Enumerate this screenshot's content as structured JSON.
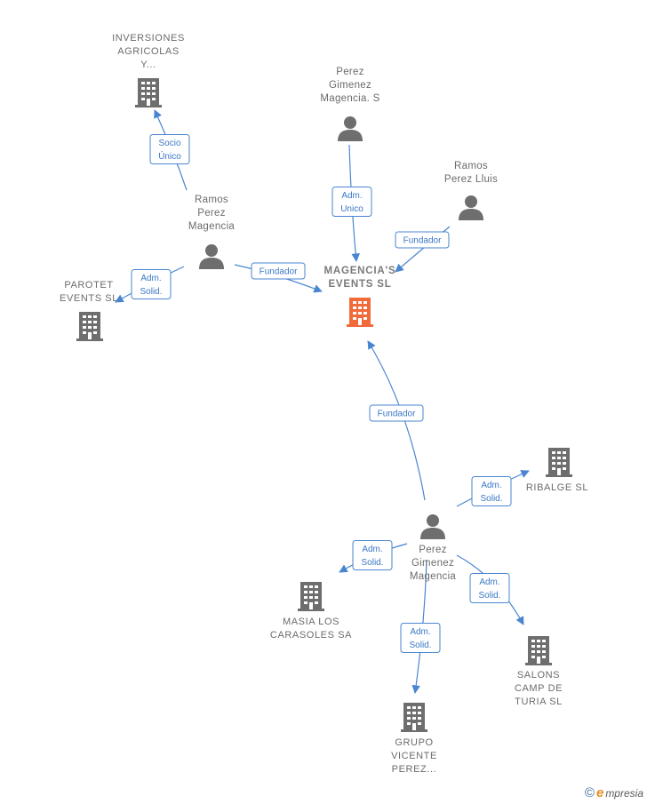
{
  "colors": {
    "edge": "#4a86d0",
    "node_gray": "#6e6e6e",
    "node_main": "#f06a3a"
  },
  "nodes": [
    {
      "id": "inversiones",
      "type": "company",
      "lines": [
        "INVERSIONES",
        "AGRICOLAS",
        "Y..."
      ],
      "style": "upper"
    },
    {
      "id": "perez_gimenez_s",
      "type": "person",
      "lines": [
        "Perez",
        "Gimenez",
        "Magencia.  S"
      ],
      "style": "normal"
    },
    {
      "id": "ramos_lluis",
      "type": "person",
      "lines": [
        "Ramos",
        "Perez Lluis"
      ],
      "style": "normal"
    },
    {
      "id": "ramos_magencia",
      "type": "person",
      "lines": [
        "Ramos",
        "Perez",
        "Magencia"
      ],
      "style": "normal"
    },
    {
      "id": "parotet",
      "type": "company",
      "lines": [
        "PAROTET",
        "EVENTS  SL"
      ],
      "style": "upper"
    },
    {
      "id": "magencias",
      "type": "company_main",
      "lines": [
        "MAGENCIA'S",
        "EVENTS  SL"
      ],
      "style": "main"
    },
    {
      "id": "ribalge",
      "type": "company",
      "lines": [
        "RIBALGE  SL"
      ],
      "style": "upper"
    },
    {
      "id": "perez_gimenez",
      "type": "person",
      "lines": [
        "Perez",
        "Gimenez",
        "Magencia"
      ],
      "style": "normal"
    },
    {
      "id": "masia",
      "type": "company",
      "lines": [
        "MASIA LOS",
        "CARASOLES SA"
      ],
      "style": "upper"
    },
    {
      "id": "salons",
      "type": "company",
      "lines": [
        "SALONS",
        "CAMP DE",
        "TURIA SL"
      ],
      "style": "upper"
    },
    {
      "id": "grupo",
      "type": "company",
      "lines": [
        "GRUPO",
        "VICENTE",
        "PEREZ..."
      ],
      "style": "upper"
    }
  ],
  "edges": [
    {
      "from": "ramos_magencia",
      "to": "inversiones",
      "label": [
        "Socio",
        "Único"
      ]
    },
    {
      "from": "perez_gimenez_s",
      "to": "magencias",
      "label": [
        "Adm.",
        "Unico"
      ]
    },
    {
      "from": "ramos_lluis",
      "to": "magencias",
      "label": [
        "Fundador"
      ]
    },
    {
      "from": "ramos_magencia",
      "to": "magencias",
      "label": [
        "Fundador"
      ]
    },
    {
      "from": "ramos_magencia",
      "to": "parotet",
      "label": [
        "Adm.",
        "Solid."
      ]
    },
    {
      "from": "perez_gimenez",
      "to": "magencias",
      "label": [
        "Fundador"
      ]
    },
    {
      "from": "perez_gimenez",
      "to": "ribalge",
      "label": [
        "Adm.",
        "Solid."
      ]
    },
    {
      "from": "perez_gimenez",
      "to": "masia",
      "label": [
        "Adm.",
        "Solid."
      ]
    },
    {
      "from": "perez_gimenez",
      "to": "salons",
      "label": [
        "Adm.",
        "Solid."
      ]
    },
    {
      "from": "perez_gimenez",
      "to": "grupo",
      "label": [
        "Adm.",
        "Solid."
      ]
    }
  ],
  "watermark": {
    "copyright": "©",
    "brand_initial": "e",
    "brand_rest": "mpresia"
  }
}
